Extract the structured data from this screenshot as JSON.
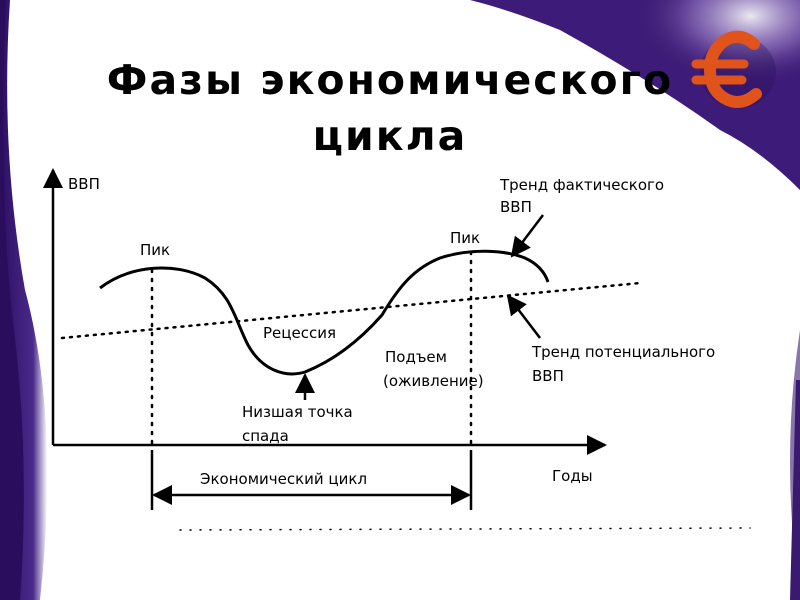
{
  "slide": {
    "title_line1": "Фазы экономического",
    "title_line2": "цикла",
    "euro_symbol": "€"
  },
  "diagram": {
    "y_axis_label": "ВВП",
    "x_axis_label": "Годы",
    "peak_left": "Пик",
    "peak_right": "Пик",
    "recession": "Рецессия",
    "recovery_line1": "Подъем",
    "recovery_line2": "(оживление)",
    "trough_line1": "Низшая точка",
    "trough_line2": "спада",
    "actual_trend_line1": "Тренд фактического",
    "actual_trend_line2": "ВВП",
    "potential_trend_line1": "Тренд потенциального",
    "potential_trend_line2": "ВВП",
    "cycle_label": "Экономический цикл"
  },
  "colors": {
    "background_purple": "#3a1a6e",
    "euro_orange": "#e0541c",
    "line": "#000000"
  }
}
